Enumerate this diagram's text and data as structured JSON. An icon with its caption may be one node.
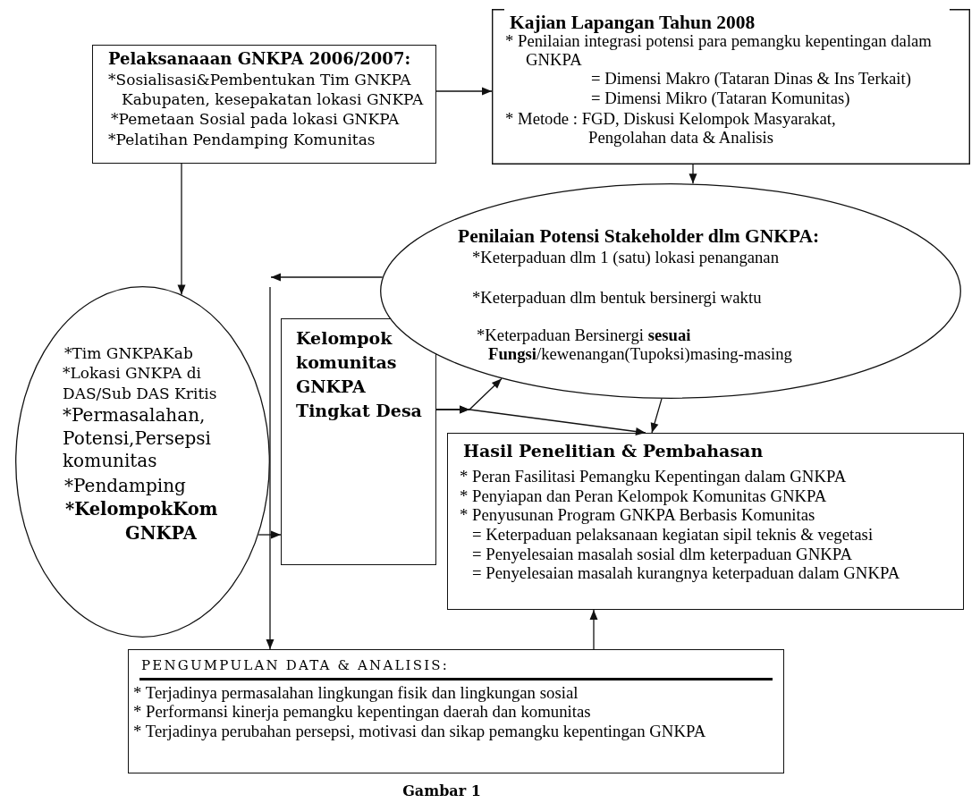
{
  "diagram": {
    "caption": "Gambar 1",
    "nodes": [
      {
        "text": [
          "Pelaksanaaan GNKPA 2006/2007:",
          "*Sosialisasi&Pembentukan Tim GNKPA Kabupaten, kesepakatan lokasi GNKPA",
          "*Pemetaan Sosial pada lokasi GNKPA",
          "*Pelatihan Pendamping Komunitas"
        ]
      },
      {
        "text": [
          "Kajian Lapangan Tahun 2008",
          "* Penilaian integrasi potensi para pemangku kepentingan dalam GNKPA",
          "= Dimensi Makro (Tataran Dinas & Ins Terkait)",
          "= Dimensi Mikro (Tataran Komunitas)",
          "* Metode : FGD, Diskusi Kelompok Masyarakat, Pengolahan data & Analisis"
        ]
      },
      {
        "text": [
          "Penilaian Potensi Stakeholder dlm GNKPA:",
          "*Keterpaduan dlm 1 (satu) lokasi penanganan",
          "*Keterpaduan dlm bentuk bersinergi waktu",
          "*Keterpaduan Bersinergi **sesuai Fungsi**/kewenangan(Tupoksi)masing-masing"
        ]
      },
      {
        "text": [
          "*Tim GNKPAKab",
          "*Lokasi GNKPA di DAS/Sub DAS Kritis",
          "*Permasalahan, Potensi,Persepsi komunitas",
          "*Pendamping",
          "*KelompokKom GNKPA"
        ]
      },
      {
        "text": [
          "Kelompok komunitas GNKPA Tingkat Desa"
        ]
      },
      {
        "text": [
          "Hasil Penelitian & Pembahasan",
          "* Peran Fasilitasi Pemangku Kepentingan dalam GNKPA",
          "* Penyiapan dan Peran Kelompok Komunitas GNKPA",
          "* Penyusunan Program GNKPA Berbasis Komunitas",
          "= Keterpaduan pelaksanaan kegiatan sipil teknis & vegetasi",
          "= Penyelesaian masalah sosial dlm keterpaduan GNKPA",
          "= Penyelesaian masalah kurangnya keterpaduan dalam GNKPA"
        ]
      },
      {
        "text": [
          "PENGUMPULAN DATA & ANALISIS:",
          "* Terjadinya permasalahan lingkungan fisik dan lingkungan sosial",
          "* Performansi kinerja pemangku kepentingan daerah dan komunitas",
          "* Terjadinya perubahan persepsi, motivasi dan sikap pemangku kepentingan GNKPA"
        ]
      }
    ],
    "edges": [
      {
        "from": 0,
        "to": 1,
        "arrow": "to"
      },
      {
        "from": 0,
        "to": 3,
        "arrow": "to"
      },
      {
        "from": 1,
        "to": 2,
        "arrow": "to"
      },
      {
        "from": 2,
        "to": null,
        "arrow": "to"
      },
      {
        "from": null,
        "to": 6,
        "arrow": "to"
      },
      {
        "from": 3,
        "to": 4,
        "arrow": "to"
      },
      {
        "from": 4,
        "to": 2,
        "arrow": "to"
      },
      {
        "from": 4,
        "to": 5,
        "arrow": "to"
      },
      {
        "from": 2,
        "to": 5,
        "arrow": "to"
      },
      {
        "from": 6,
        "to": 5,
        "arrow": "to"
      }
    ]
  }
}
